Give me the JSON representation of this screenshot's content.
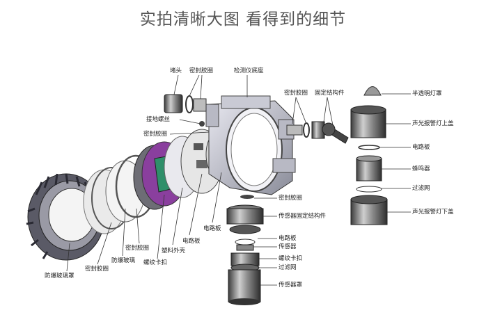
{
  "title": "实拍清晰大图 看得到的细节",
  "labels": {
    "plug": "堵头",
    "seal_top": "密封胶圈",
    "detector_base": "检测仪底座",
    "seal_right": "密封胶圈",
    "fixed_part": "固定结构件",
    "ground_screw": "接地螺丝",
    "seal_left": "密封胶圈",
    "lampshade": "半透明灯罩",
    "alarm_upper": "声光报警灯上盖",
    "circuit_board_right": "电路板",
    "buzzer": "蜂鸣器",
    "filter_right": "过滤网",
    "alarm_lower": "声光报警灯下盖",
    "seal_center": "密封胶圈",
    "sensor_fixed_part": "传感器固定结构件",
    "circuit_board_center": "电路板",
    "circuit_board_mid": "电路板",
    "circuit_board_lower": "电路板",
    "sensor": "传感器",
    "screw_clip_center": "螺纹卡扣",
    "filter_center": "过滤网",
    "sensor_cover": "传感器罩",
    "plastic_shell": "塑料外壳",
    "screw_clip_left": "螺纹卡扣",
    "seal_mid": "密封胶圈",
    "explosion_glass": "防爆玻璃",
    "seal_bottom": "密封胶圈",
    "explosion_cover": "防爆玻璃罩"
  },
  "colors": {
    "metal_dark": "#4a4a4a",
    "metal_light": "#d8d8d8",
    "purple": "#8a3f9e",
    "green": "#2f8f6a"
  }
}
